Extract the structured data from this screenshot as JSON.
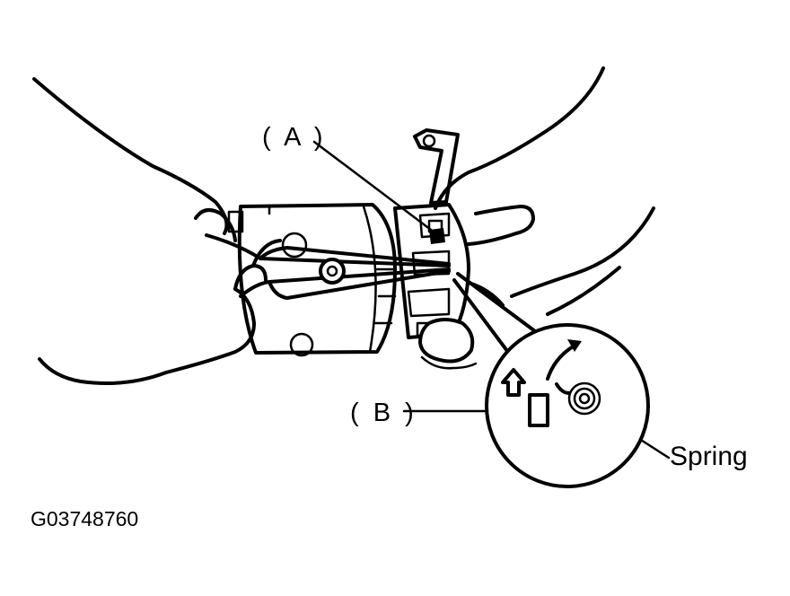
{
  "labels": {
    "a": "( A )",
    "b": "( B )",
    "spring": "Spring"
  },
  "figure_code": "G03748760",
  "colors": {
    "ink": "#000000",
    "paper": "#ffffff"
  }
}
